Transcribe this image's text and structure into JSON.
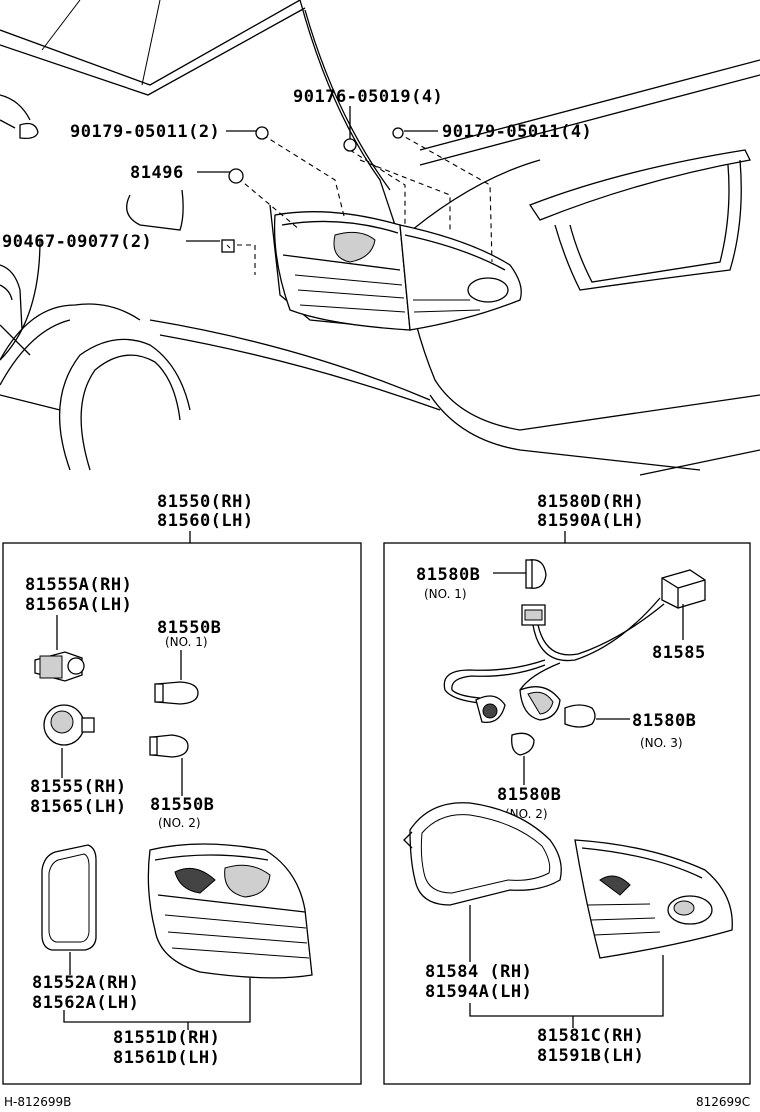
{
  "diagram": {
    "top_callouts": {
      "clip_a": "90179-05011(2)",
      "screw": "90176-05019(4)",
      "clip_b": "90179-05011(4)",
      "grommet": "81496",
      "nut": "90467-09077(2)"
    },
    "left_assembly": {
      "header_rh": "81550(RH)",
      "header_lh": "81560(LH)",
      "socket_a_rh": "81555A(RH)",
      "socket_a_lh": "81565A(LH)",
      "bulb_b1": "81550B",
      "bulb_b1_note": "(NO. 1)",
      "socket_rh": "81555(RH)",
      "socket_lh": "81565(LH)",
      "bulb_b2": "81550B",
      "bulb_b2_note": "(NO. 2)",
      "gasket_rh": "81552A(RH)",
      "gasket_lh": "81562A(LH)",
      "lens_rh": "81551D(RH)",
      "lens_lh": "81561D(LH)"
    },
    "right_assembly": {
      "header_rh": "81580D(RH)",
      "header_lh": "81590A(LH)",
      "bulb_1": "81580B",
      "bulb_1_note": "(NO. 1)",
      "connector": "81585",
      "bulb_3": "81580B",
      "bulb_3_note": "(NO. 3)",
      "bulb_2": "81580B",
      "bulb_2_note": "(NO. 2)",
      "gasket_rh": "81584 (RH)",
      "gasket_lh": "81594A(LH)",
      "lens_rh": "81581C(RH)",
      "lens_lh": "81591B(LH)"
    },
    "footer": {
      "left_code": "H-812699B",
      "right_code": "812699C"
    }
  }
}
